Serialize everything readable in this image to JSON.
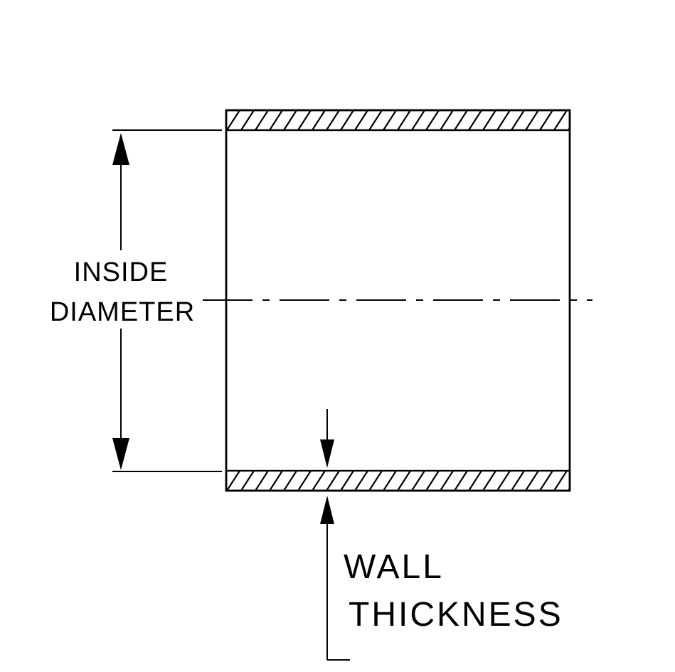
{
  "diagram": {
    "colors": {
      "line": "#000000",
      "background": "#ffffff"
    },
    "labels": {
      "inside_diameter_line1": "INSIDE",
      "inside_diameter_line2": "DIAMETER",
      "wall_thickness_line1": "WALL",
      "wall_thickness_line2": "THICKNESS"
    }
  }
}
